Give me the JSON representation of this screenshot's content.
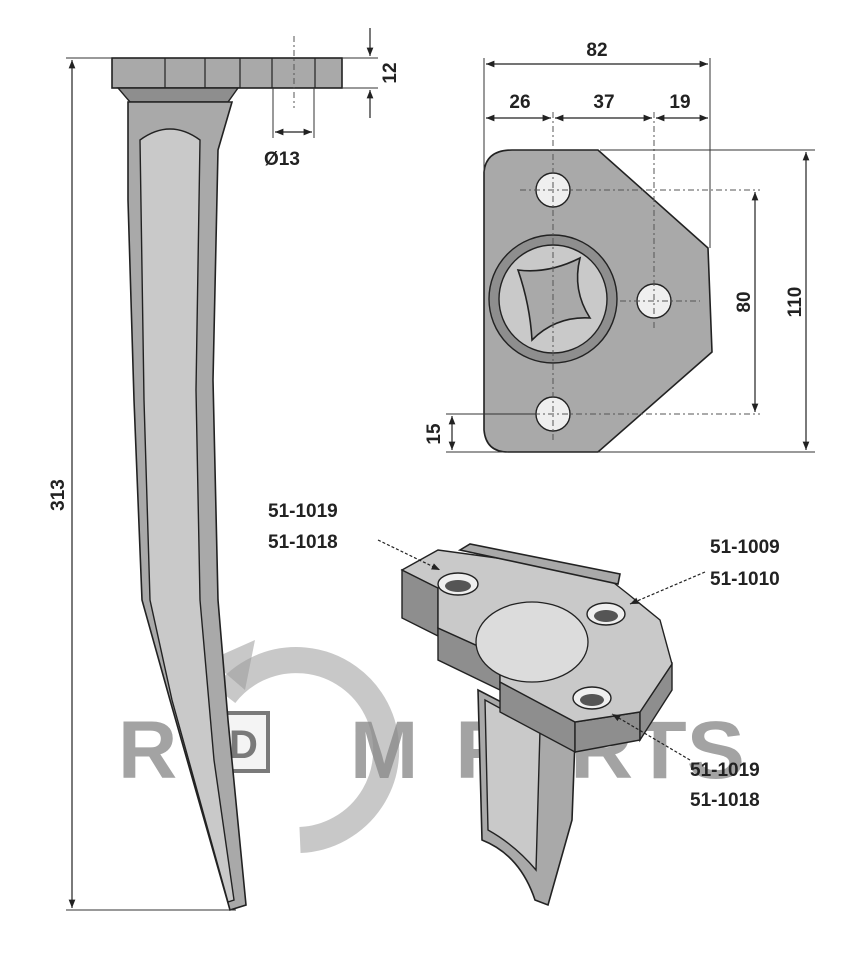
{
  "dimensions": {
    "length": "313",
    "plate_thickness": "12",
    "hole_diameter": "Ø13",
    "total_width": "82",
    "offset_left": "26",
    "hole_spacing_x": "37",
    "offset_right": "19",
    "hole_spacing_y": "80",
    "total_height": "110",
    "bottom_offset": "15"
  },
  "part_numbers": {
    "top_left": [
      "51-1019",
      "51-1018"
    ],
    "top_right": [
      "51-1009",
      "51-1010"
    ],
    "bottom_right": [
      "51-1019",
      "51-1018"
    ]
  },
  "watermark": {
    "left": "R",
    "logo_letter": "D",
    "middle": "M",
    "right": "PARTS"
  }
}
